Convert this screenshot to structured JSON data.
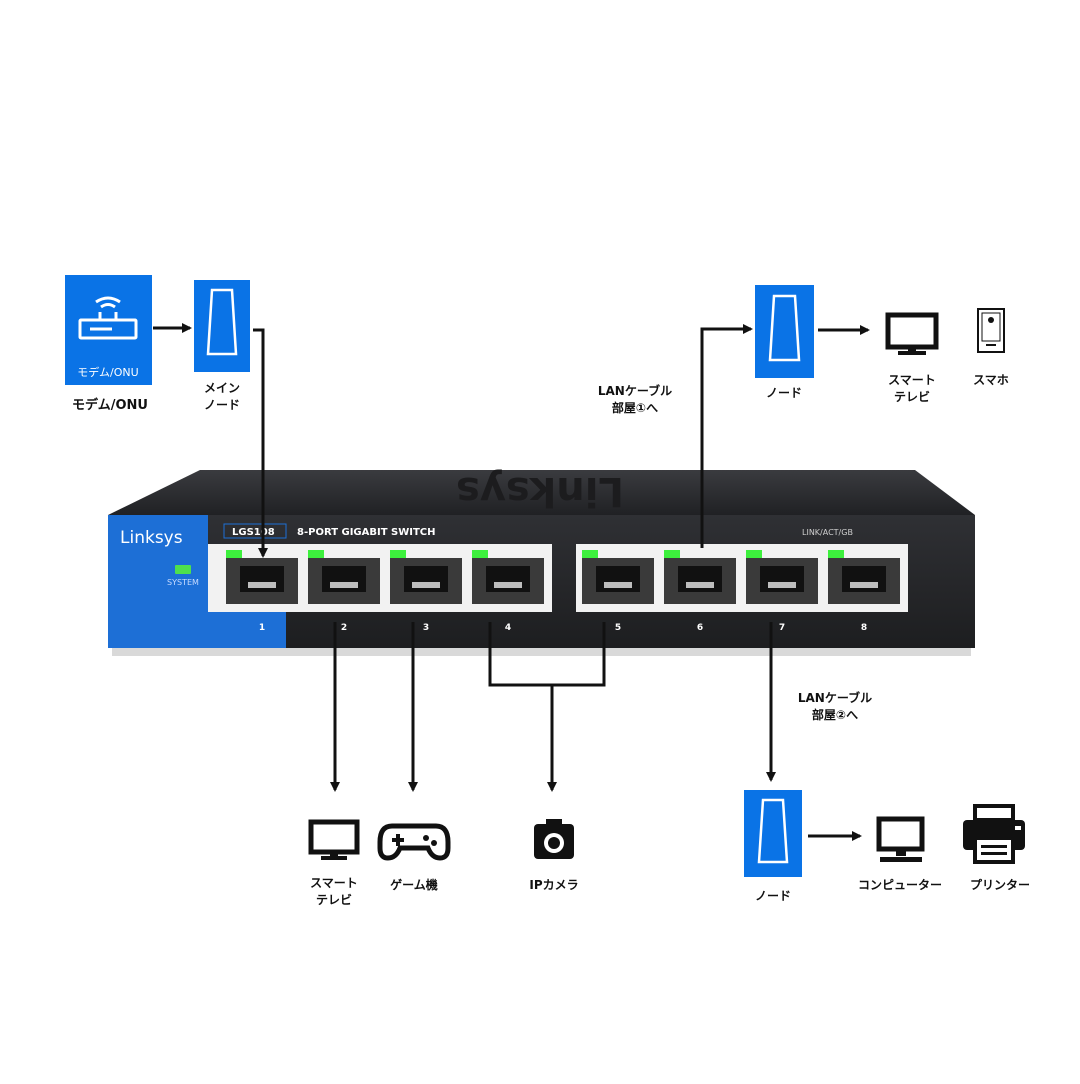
{
  "modem": {
    "box_label": "モデム/ONU",
    "caption": "モデム/ONU"
  },
  "main_node": {
    "caption": "メイン\nノード"
  },
  "node_room1": {
    "caption": "ノード"
  },
  "node_room2": {
    "caption": "ノード"
  },
  "lan_room1": {
    "caption": "LANケーブル\n部屋①へ"
  },
  "lan_room2": {
    "caption": "LANケーブル\n部屋②へ"
  },
  "devices": {
    "smart_tv_top": "スマート\nテレビ",
    "smartphone": "スマホ",
    "smart_tv_bottom": "スマート\nテレビ",
    "game_console": "ゲーム機",
    "ip_camera": "IPカメラ",
    "computer": "コンピューター",
    "printer": "プリンター"
  },
  "switch": {
    "brand": "Linksys",
    "model": "LGS108",
    "title": "8-PORT GIGABIT SWITCH",
    "system_label": "SYSTEM",
    "link_label": "LINK/ACT/GB",
    "port_numbers": [
      "1",
      "2",
      "3",
      "4",
      "5",
      "6",
      "7",
      "8"
    ],
    "top_logo": "Linksys"
  },
  "colors": {
    "accent_blue": "#0a73e6",
    "led_green": "#3df03d",
    "switch_body": "#2b2c2f"
  }
}
